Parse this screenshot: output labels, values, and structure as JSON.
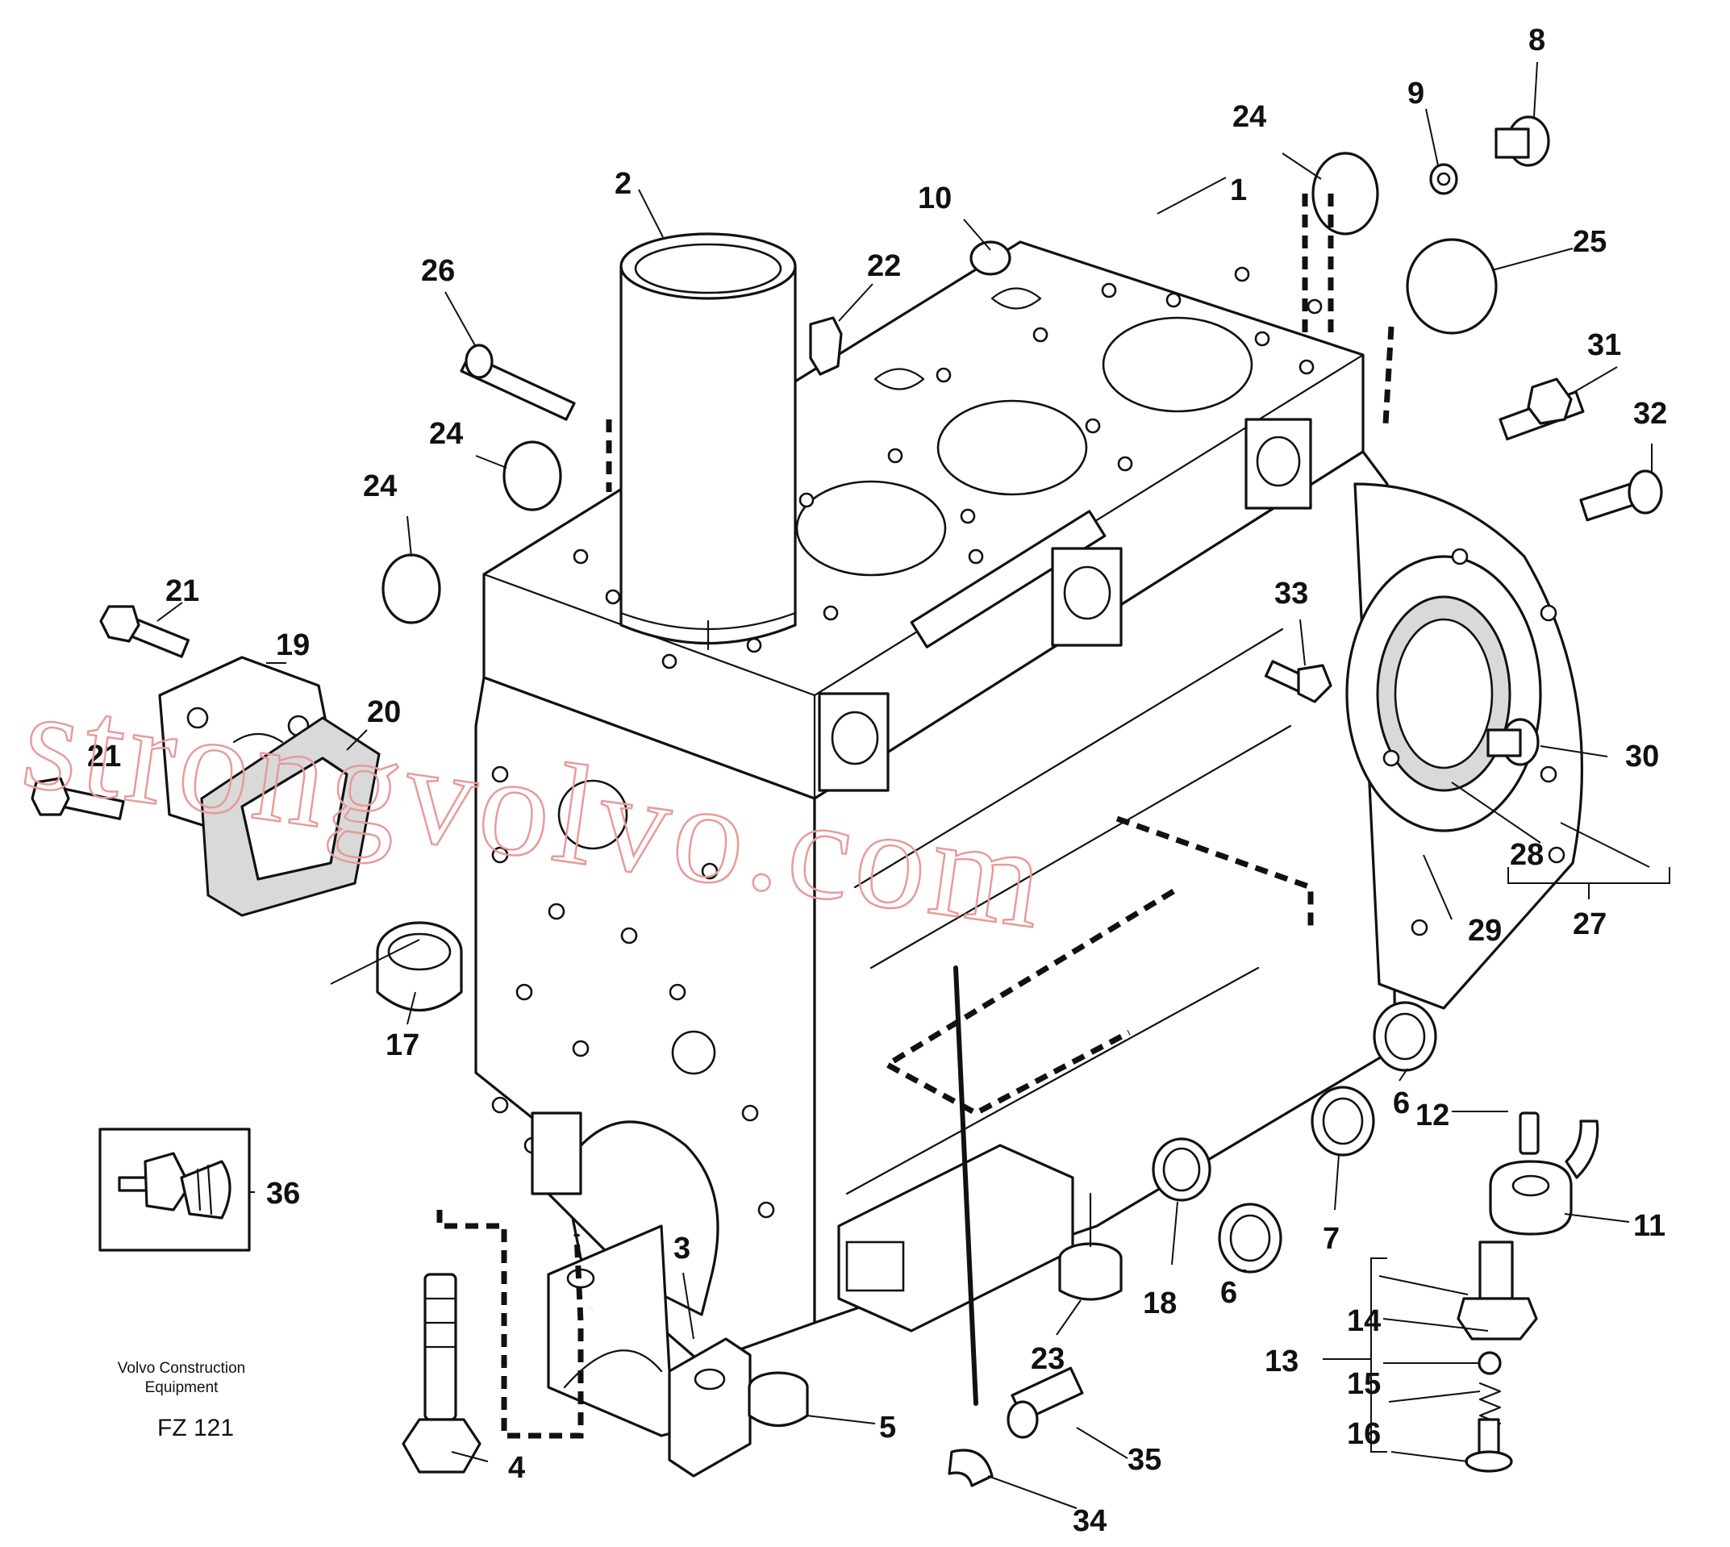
{
  "drawing": {
    "caption_line1": "Volvo Construction",
    "caption_line2": "Equipment",
    "code": "FZ 121",
    "watermark": "strongvolvo.com",
    "watermark_color": "#e89a9a",
    "line_color": "#111111"
  },
  "callouts": {
    "c1": "1",
    "c2": "2",
    "c3": "3",
    "c4": "4",
    "c5": "5",
    "c6a": "6",
    "c6b": "6",
    "c7": "7",
    "c8": "8",
    "c9": "9",
    "c10": "10",
    "c11": "11",
    "c12": "12",
    "c13": "13",
    "c14": "14",
    "c15": "15",
    "c16": "16",
    "c17": "17",
    "c18": "18",
    "c19": "19",
    "c20": "20",
    "c21a": "21",
    "c21b": "21",
    "c22": "22",
    "c23": "23",
    "c24a": "24",
    "c24b": "24",
    "c24c": "24",
    "c25": "25",
    "c26": "26",
    "c27": "27",
    "c28": "28",
    "c29": "29",
    "c30": "30",
    "c31": "31",
    "c32": "32",
    "c33": "33",
    "c34": "34",
    "c35": "35",
    "c36": "36"
  }
}
